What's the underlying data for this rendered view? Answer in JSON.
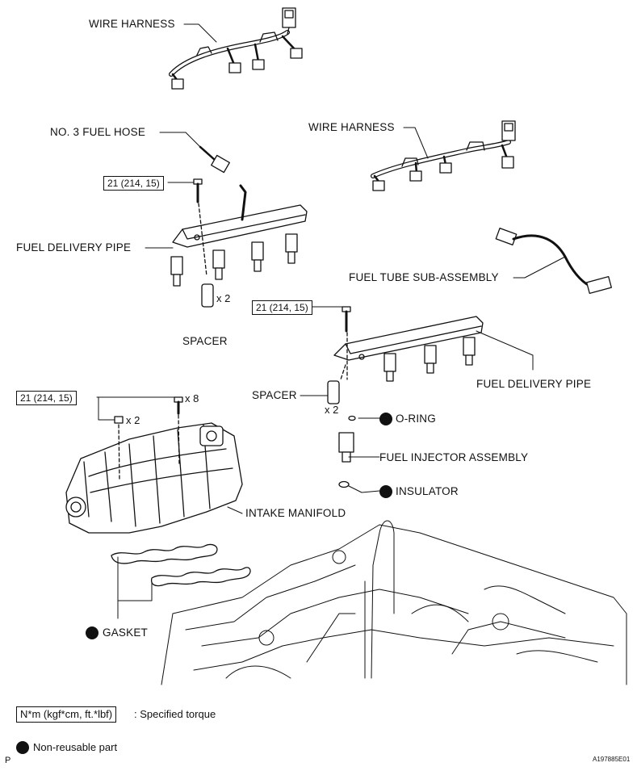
{
  "labels": {
    "wire_harness_top": "WIRE HARNESS",
    "no3_fuel_hose": "NO. 3 FUEL HOSE",
    "wire_harness_right": "WIRE HARNESS",
    "fuel_delivery_pipe_left": "FUEL DELIVERY PIPE",
    "fuel_tube_sub_assembly": "FUEL TUBE SUB-ASSEMBLY",
    "spacer_left": "SPACER",
    "spacer_right": "SPACER",
    "fuel_delivery_pipe_right": "FUEL DELIVERY PIPE",
    "o_ring": "O-RING",
    "fuel_injector_assembly": "FUEL INJECTOR ASSEMBLY",
    "insulator": "INSULATOR",
    "intake_manifold": "INTAKE MANIFOLD",
    "gasket": "GASKET"
  },
  "torques": {
    "left_pipe_bolt": "21 (214, 15)",
    "right_pipe_bolt": "21 (214, 15)",
    "manifold_bolt": "21 (214, 15)"
  },
  "quantities": {
    "spacer_left": "x 2",
    "spacer_right": "x 2",
    "manifold_bolt": "x 8",
    "manifold_nut": "x 2"
  },
  "legend": {
    "torque_unit": "N*m (kgf*cm, ft.*lbf)",
    "torque_desc": ": Specified torque",
    "nonreusable": "Non-reusable part"
  },
  "footer": {
    "page_letter": "P",
    "figure_code": "A197885E01"
  }
}
